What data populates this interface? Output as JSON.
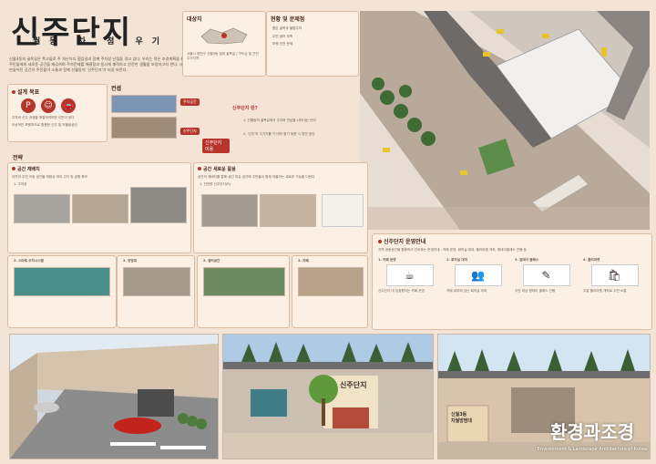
{
  "header": {
    "title": "신주단지",
    "subtitle": "월동 차 점 우기"
  },
  "intro": {
    "text": "신월3동의 골목길은 폭고들로 주 차난이다 협업길과 함께 주차장 난점을 겪고 있다. 우리는 적은 조경계획을 통해 주민들에게 새로운 공간을 제공하며 주차문제를 해결함과 동시에 쾌적하고 안전한 생활을 보장하고자 한다. 새로이 만들어진 공간이 주민들이 소통과 함께 신월동의 '신주단지'가 되길 바란다."
  },
  "site": {
    "label": "대상지",
    "text": "서울시 양천구 신월3동 일대 골목길 / 구도심 및 근린주거지역"
  },
  "issues": {
    "label": "현황 및 문제점",
    "items": [
      "좁은 골목과 불법주차",
      "주민 쉼터 부족",
      "보행 안전 문제"
    ]
  },
  "goals": {
    "label": "설계 목표",
    "icons": [
      "parking-icon",
      "people-icon",
      "car-icon"
    ],
    "line1": "주차와 신주 공생을 해결하여야만 이웃이 된다",
    "line2": "이상적인 포켓파크로 활용한 신주 및 어울림공간"
  },
  "concept": {
    "label": "컨셉",
    "tag1": "주차공간",
    "tag2": "신주단지",
    "tag3": "신주단지 이용",
    "q": "신주단지 란?",
    "a1": "1. 신월동의 골목길에서 주차와 만남을 나타내는 단어",
    "a2": "2. '신주'의 주거지를 거 대의 형기 위한 시 방안 공간"
  },
  "strategy": {
    "label": "전략",
    "s1": "공간 재배치",
    "s1_text": "이웃과 주민 이동 공간을 재점검 하여 주차 및 공원 확보",
    "s1a": "1. 주차공",
    "s2": "공간 새로운 활용",
    "s2_text": "공간의 재배치를 통해 생긴 여유 공간에 주민들이 함께 어울리는 새로운 기능을 더한다",
    "s2a": "1. 안전한 신주단지(R)",
    "s3": "2. 스마트 주차시스템",
    "s4": "3. 방범대",
    "s5": "2. 쉼터공간",
    "s6": "3. 카페"
  },
  "program": {
    "label": "신주단지 운영안내",
    "text": "지역 공동공간을 활용하고 관리하는 운영안내 - 카페 운영, 회의실 대여, 플리마켓 개최, 원데이클래스 진행 등",
    "items": [
      {
        "title": "1. 카페 운영",
        "icon": "cafe-icon",
        "text": "신주단지 내 입점했다는 카페 운영"
      },
      {
        "title": "2. 회의실 대여",
        "icon": "meeting-icon",
        "text": "카페 내부에 있는 회의실 대여"
      },
      {
        "title": "3. 원데이 클래스",
        "icon": "class-icon",
        "text": "주민 대상 원데이 클래스 진행"
      },
      {
        "title": "4. 플리마켓",
        "icon": "market-icon",
        "text": "주말 플리마켓 개최로 주민 소통"
      }
    ]
  },
  "render": {
    "sign": "신주단지",
    "sign2": "신월3동\n차월방범대"
  },
  "watermark": {
    "ko": "환경과조경",
    "en": "Environment & Landscape Architecture of Korea"
  },
  "colors": {
    "accent": "#b6342a",
    "background": "#f3e4d6",
    "card": "#fcefe3"
  }
}
